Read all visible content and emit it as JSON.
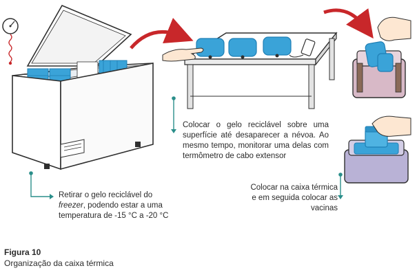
{
  "captions": {
    "freezer": {
      "line1": "Retirar o gelo reciclável do",
      "italic": "freezer",
      "line2_rest": ", podendo estar a uma",
      "line3": "temperatura de -15 °C a -20 °C"
    },
    "surface": "Colocar o gelo reciclável sobre uma superfície até desaparecer a névoa. Ao mesmo tempo, monitorar uma delas com termômetro de cabo extensor",
    "box": "Colocar na caixa térmica e em seguida colocar as vacinas"
  },
  "figure": {
    "number": "Figura 10",
    "caption": "Organização da caixa térmica"
  },
  "colors": {
    "ice_blue": "#3aa3d8",
    "ice_dark": "#1f7fb5",
    "teal_leader": "#2a8e8a",
    "arrow_red": "#c8272a",
    "box_pink": "#d8b9c7",
    "box_lavender": "#b9b2d6",
    "outline": "#2f2f2f"
  }
}
